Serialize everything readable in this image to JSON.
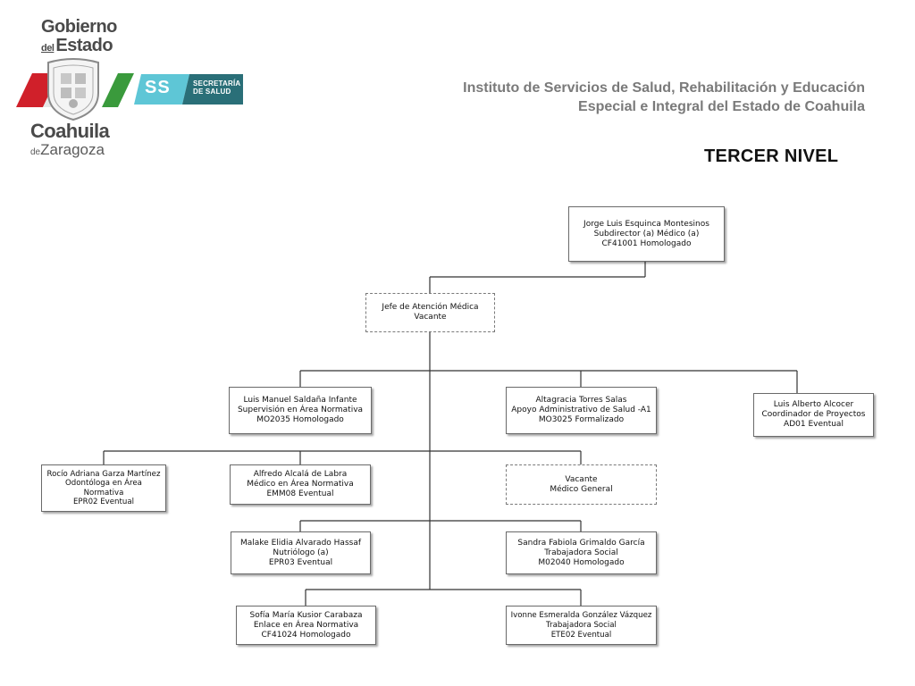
{
  "logo": {
    "gobierno": "Gobierno",
    "del": "del",
    "estado": "Estado",
    "coahuila": "Coahuila",
    "de": "de",
    "zaragoza": "Zaragoza",
    "ss": "SS",
    "secretaria": "SECRETARÍA",
    "de_salud": "DE SALUD",
    "colors": {
      "red": "#d0202a",
      "green": "#3a9a3c",
      "teal": "#2a6f78",
      "cyan": "#5ec6d6",
      "gray": "#4a4a4a"
    }
  },
  "header": {
    "institute_line1": "Instituto de Servicios de Salud, Rehabilitación y Educación",
    "institute_line2": "Especial e Integral del Estado de Coahuila",
    "level": "TERCER NIVEL"
  },
  "chart": {
    "director": {
      "name": "Jorge Luis Esquinca Montesinos",
      "role": "Subdirector (a) Médico (a)",
      "code": "CF41001 Homologado"
    },
    "jefe": {
      "name": "Jefe de Atención Médica",
      "role": "Vacante"
    },
    "saldana": {
      "name": "Luis Manuel Saldaña Infante",
      "role": "Supervisión en Área Normativa",
      "code": "MO2035 Homologado"
    },
    "torres": {
      "name": "Altagracia Torres Salas",
      "role": "Apoyo Administrativo de Salud  -A1",
      "code": "MO3025 Formalizado"
    },
    "alcocer": {
      "name": "Luis Alberto Alcocer",
      "role": "Coordinador de Proyectos",
      "code": "AD01 Eventual"
    },
    "garza": {
      "name": "Rocío Adriana Garza Martínez",
      "role1": "Odontóloga en Área",
      "role2": "Normativa",
      "code": "EPR02 Eventual"
    },
    "alcala": {
      "name": "Alfredo Alcalá de Labra",
      "role": "Médico en Área Normativa",
      "code": "EMM08 Eventual"
    },
    "vacante_medico": {
      "name": "Vacante",
      "role": "Médico General"
    },
    "alvarado": {
      "name": "Malake Elidia Alvarado Hassaf",
      "role": "Nutriólogo (a)",
      "code": "EPR03 Eventual"
    },
    "grimaldo": {
      "name": "Sandra Fabiola Grimaldo García",
      "role": "Trabajadora Social",
      "code": "M02040 Homologado"
    },
    "kusior": {
      "name": "Sofía María Kusior Carabaza",
      "role": "Enlace en Área Normativa",
      "code": "CF41024 Homologado"
    },
    "gonzalez": {
      "name": "Ivonne Esmeralda González Vázquez",
      "role": "Trabajadora Social",
      "code": "ETE02 Eventual"
    }
  }
}
